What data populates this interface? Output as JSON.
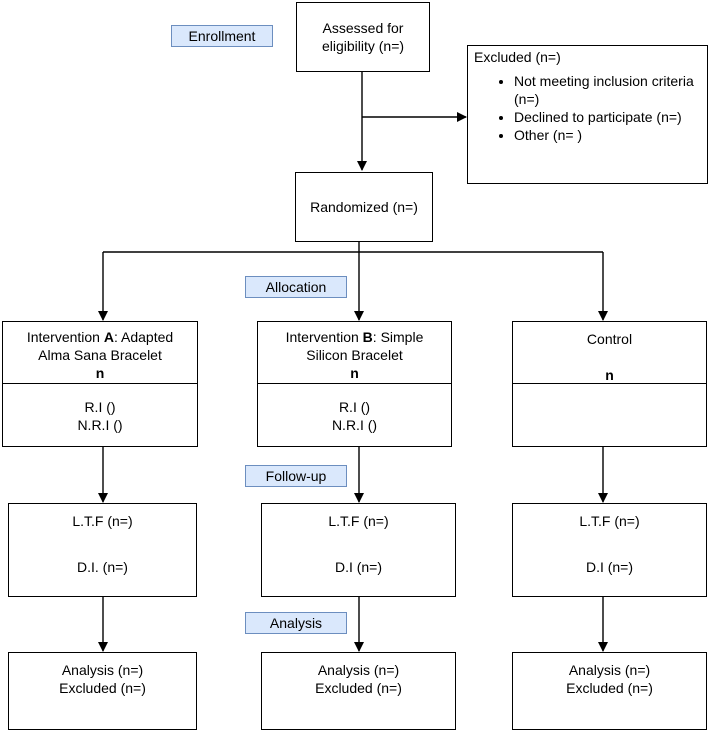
{
  "stages": {
    "enrollment": "Enrollment",
    "allocation": "Allocation",
    "followup": "Follow-up",
    "analysis": "Analysis"
  },
  "assessed": {
    "line1": "Assessed for",
    "line2": "eligibility (n=)"
  },
  "excluded_box": {
    "title": "Excluded (n=)",
    "items": [
      "Not meeting inclusion criteria (n=)",
      "Declined to participate (n=)",
      "Other (n= )"
    ]
  },
  "randomized": "Randomized (n=)",
  "arms": [
    {
      "title_prefix": "Intervention ",
      "title_letter": "A",
      "title_rest": ": Adapted",
      "line2": "Alma Sana Bracelet",
      "n": "n",
      "ri": "R.I ()",
      "nri": "N.R.I ()"
    },
    {
      "title_prefix": "Intervention ",
      "title_letter": "B",
      "title_rest": ": Simple",
      "line2": "Silicon Bracelet",
      "n": "n",
      "ri": "R.I ()",
      "nri": "N.R.I ()"
    },
    {
      "title_prefix": "Control",
      "title_letter": "",
      "title_rest": "",
      "line2": "",
      "n": "n",
      "ri": "",
      "nri": ""
    }
  ],
  "followup": [
    {
      "ltf": "L.T.F (n=)",
      "di": "D.I. (n=)"
    },
    {
      "ltf": "L.T.F (n=)",
      "di": "D.I (n=)"
    },
    {
      "ltf": "L.T.F (n=)",
      "di": "D.I (n=)"
    }
  ],
  "analysis": [
    {
      "analysis": "Analysis (n=)",
      "excluded": "Excluded (n=)"
    },
    {
      "analysis": "Analysis (n=)",
      "excluded": "Excluded (n=)"
    },
    {
      "analysis": "Analysis (n=)",
      "excluded": "Excluded (n=)"
    }
  ]
}
